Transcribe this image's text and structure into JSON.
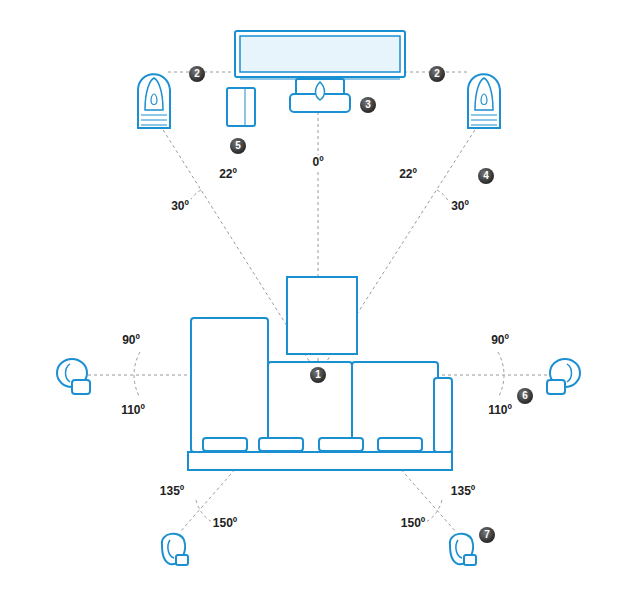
{
  "diagram": {
    "labels": [
      "2",
      "2",
      "3",
      "5",
      "0º",
      "22º",
      "30º",
      "22º",
      "30º",
      "4",
      "90º",
      "90º",
      "1",
      "110º",
      "110º",
      "6",
      "135º",
      "135º",
      "150º",
      "150º",
      "7"
    ]
  }
}
